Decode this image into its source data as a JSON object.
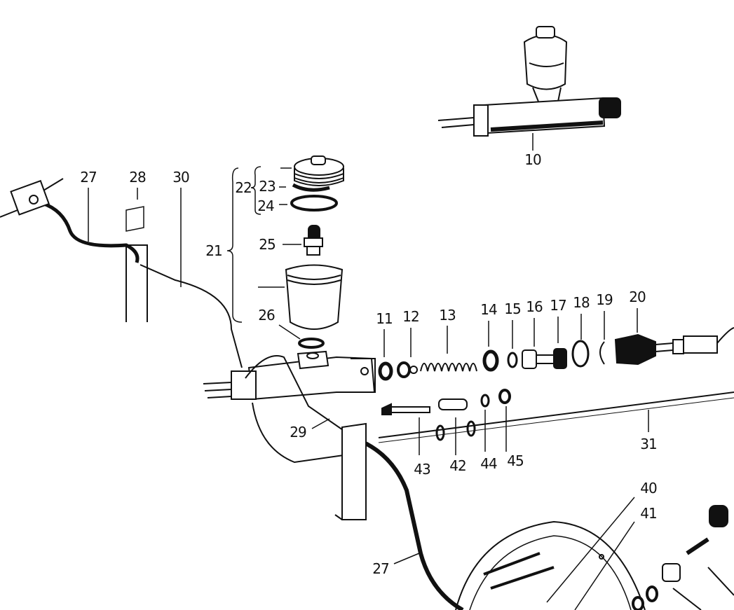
{
  "diagram": {
    "labels": {
      "p10": "10",
      "p11": "11",
      "p12": "12",
      "p13": "13",
      "p14": "14",
      "p15": "15",
      "p16": "16",
      "p17": "17",
      "p18": "18",
      "p19": "19",
      "p20": "20",
      "p21": "21",
      "p22": "22",
      "p23": "23",
      "p24": "24",
      "p25": "25",
      "p26": "26",
      "p27a": "27",
      "p27b": "27",
      "p28": "28",
      "p29": "29",
      "p30": "30",
      "p31": "31",
      "p40": "40",
      "p41": "41",
      "p42": "42",
      "p43": "43",
      "p44": "44",
      "p45": "45"
    },
    "ink_color": "#111111",
    "background_color": "#ffffff"
  }
}
